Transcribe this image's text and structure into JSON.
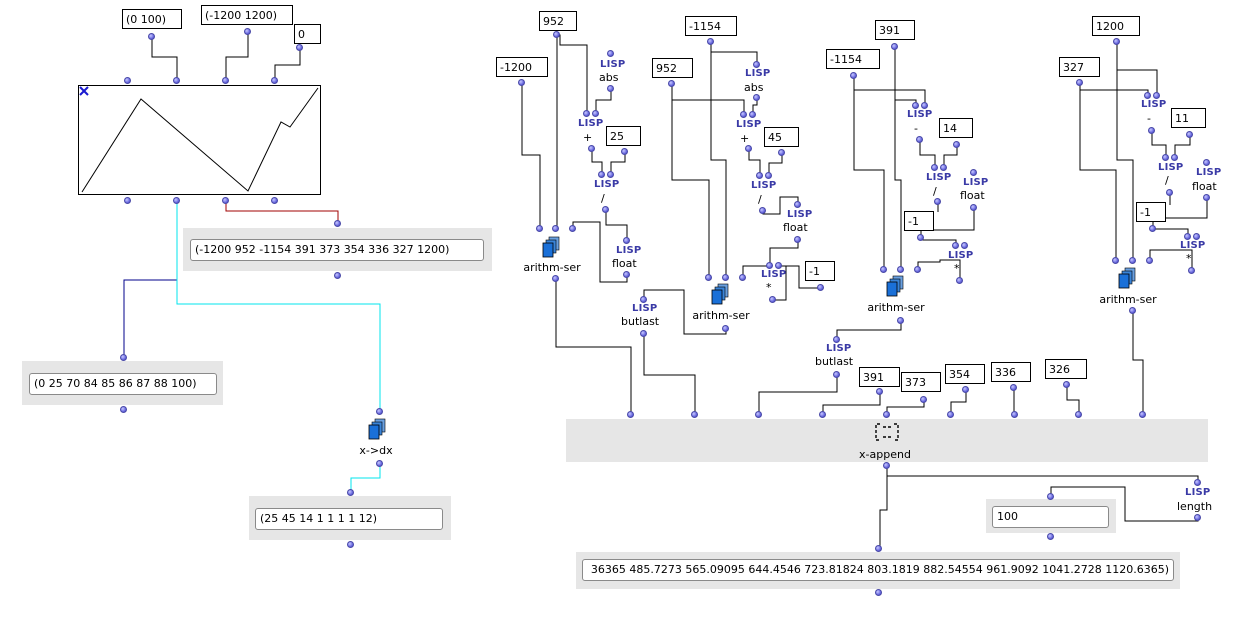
{
  "number_boxes": [
    {
      "id": "n_0_100",
      "text": "(0 100)"
    },
    {
      "id": "n_m1200_1200",
      "text": "(-1200 1200)"
    },
    {
      "id": "n_0",
      "text": "0"
    },
    {
      "id": "n_952_a",
      "text": "952"
    },
    {
      "id": "n_m1200",
      "text": "-1200"
    },
    {
      "id": "n_25",
      "text": "25"
    },
    {
      "id": "n_m1154_a",
      "text": "-1154"
    },
    {
      "id": "n_952_b",
      "text": "952"
    },
    {
      "id": "n_45",
      "text": "45"
    },
    {
      "id": "n_m1_a",
      "text": "-1"
    },
    {
      "id": "n_391_a",
      "text": "391"
    },
    {
      "id": "n_m1154_b",
      "text": "-1154"
    },
    {
      "id": "n_14",
      "text": "14"
    },
    {
      "id": "n_m1_b",
      "text": "-1"
    },
    {
      "id": "n_1200",
      "text": "1200"
    },
    {
      "id": "n_327",
      "text": "327"
    },
    {
      "id": "n_11",
      "text": "11"
    },
    {
      "id": "n_m1_c",
      "text": "-1"
    },
    {
      "id": "n_391_b",
      "text": "391"
    },
    {
      "id": "n_373",
      "text": "373"
    },
    {
      "id": "n_354",
      "text": "354"
    },
    {
      "id": "n_336",
      "text": "336"
    },
    {
      "id": "n_326",
      "text": "326"
    }
  ],
  "results": {
    "bpf_points": "(-1200 952 -1154 391 373 354 336 327 1200)",
    "x_list": "(0 25 70 84 85 86 87 88 100)",
    "dx_list": "(25 45 14 1 1 1 1 12)",
    "length_value": "100",
    "xappend_output": "36365 485.7273 565.09095 644.4546 723.81824 803.1819 882.54554 961.9092 1041.2728 1120.6365)"
  },
  "labels": {
    "arithm_ser": "arithm-ser",
    "butlast": "butlast",
    "x_append": "x-append",
    "x_dx": "x->dx",
    "abs": "abs",
    "float": "float",
    "length": "length",
    "lisp": "LISP",
    "op_plus": "+",
    "op_div": "/",
    "op_minus": "-",
    "op_mul": "*"
  },
  "icons": {
    "close": "close-icon",
    "series": "series-stack-icon",
    "append": "append-bracket-icon"
  },
  "colors": {
    "inlet": "#6a6ae0",
    "wire": "#000000",
    "wire_blue": "#00008b",
    "wire_cyan": "#00e5ee",
    "wire_red": "#a00000",
    "panel": "#e6e6e6",
    "lisp_text": "#3a3aa6"
  }
}
